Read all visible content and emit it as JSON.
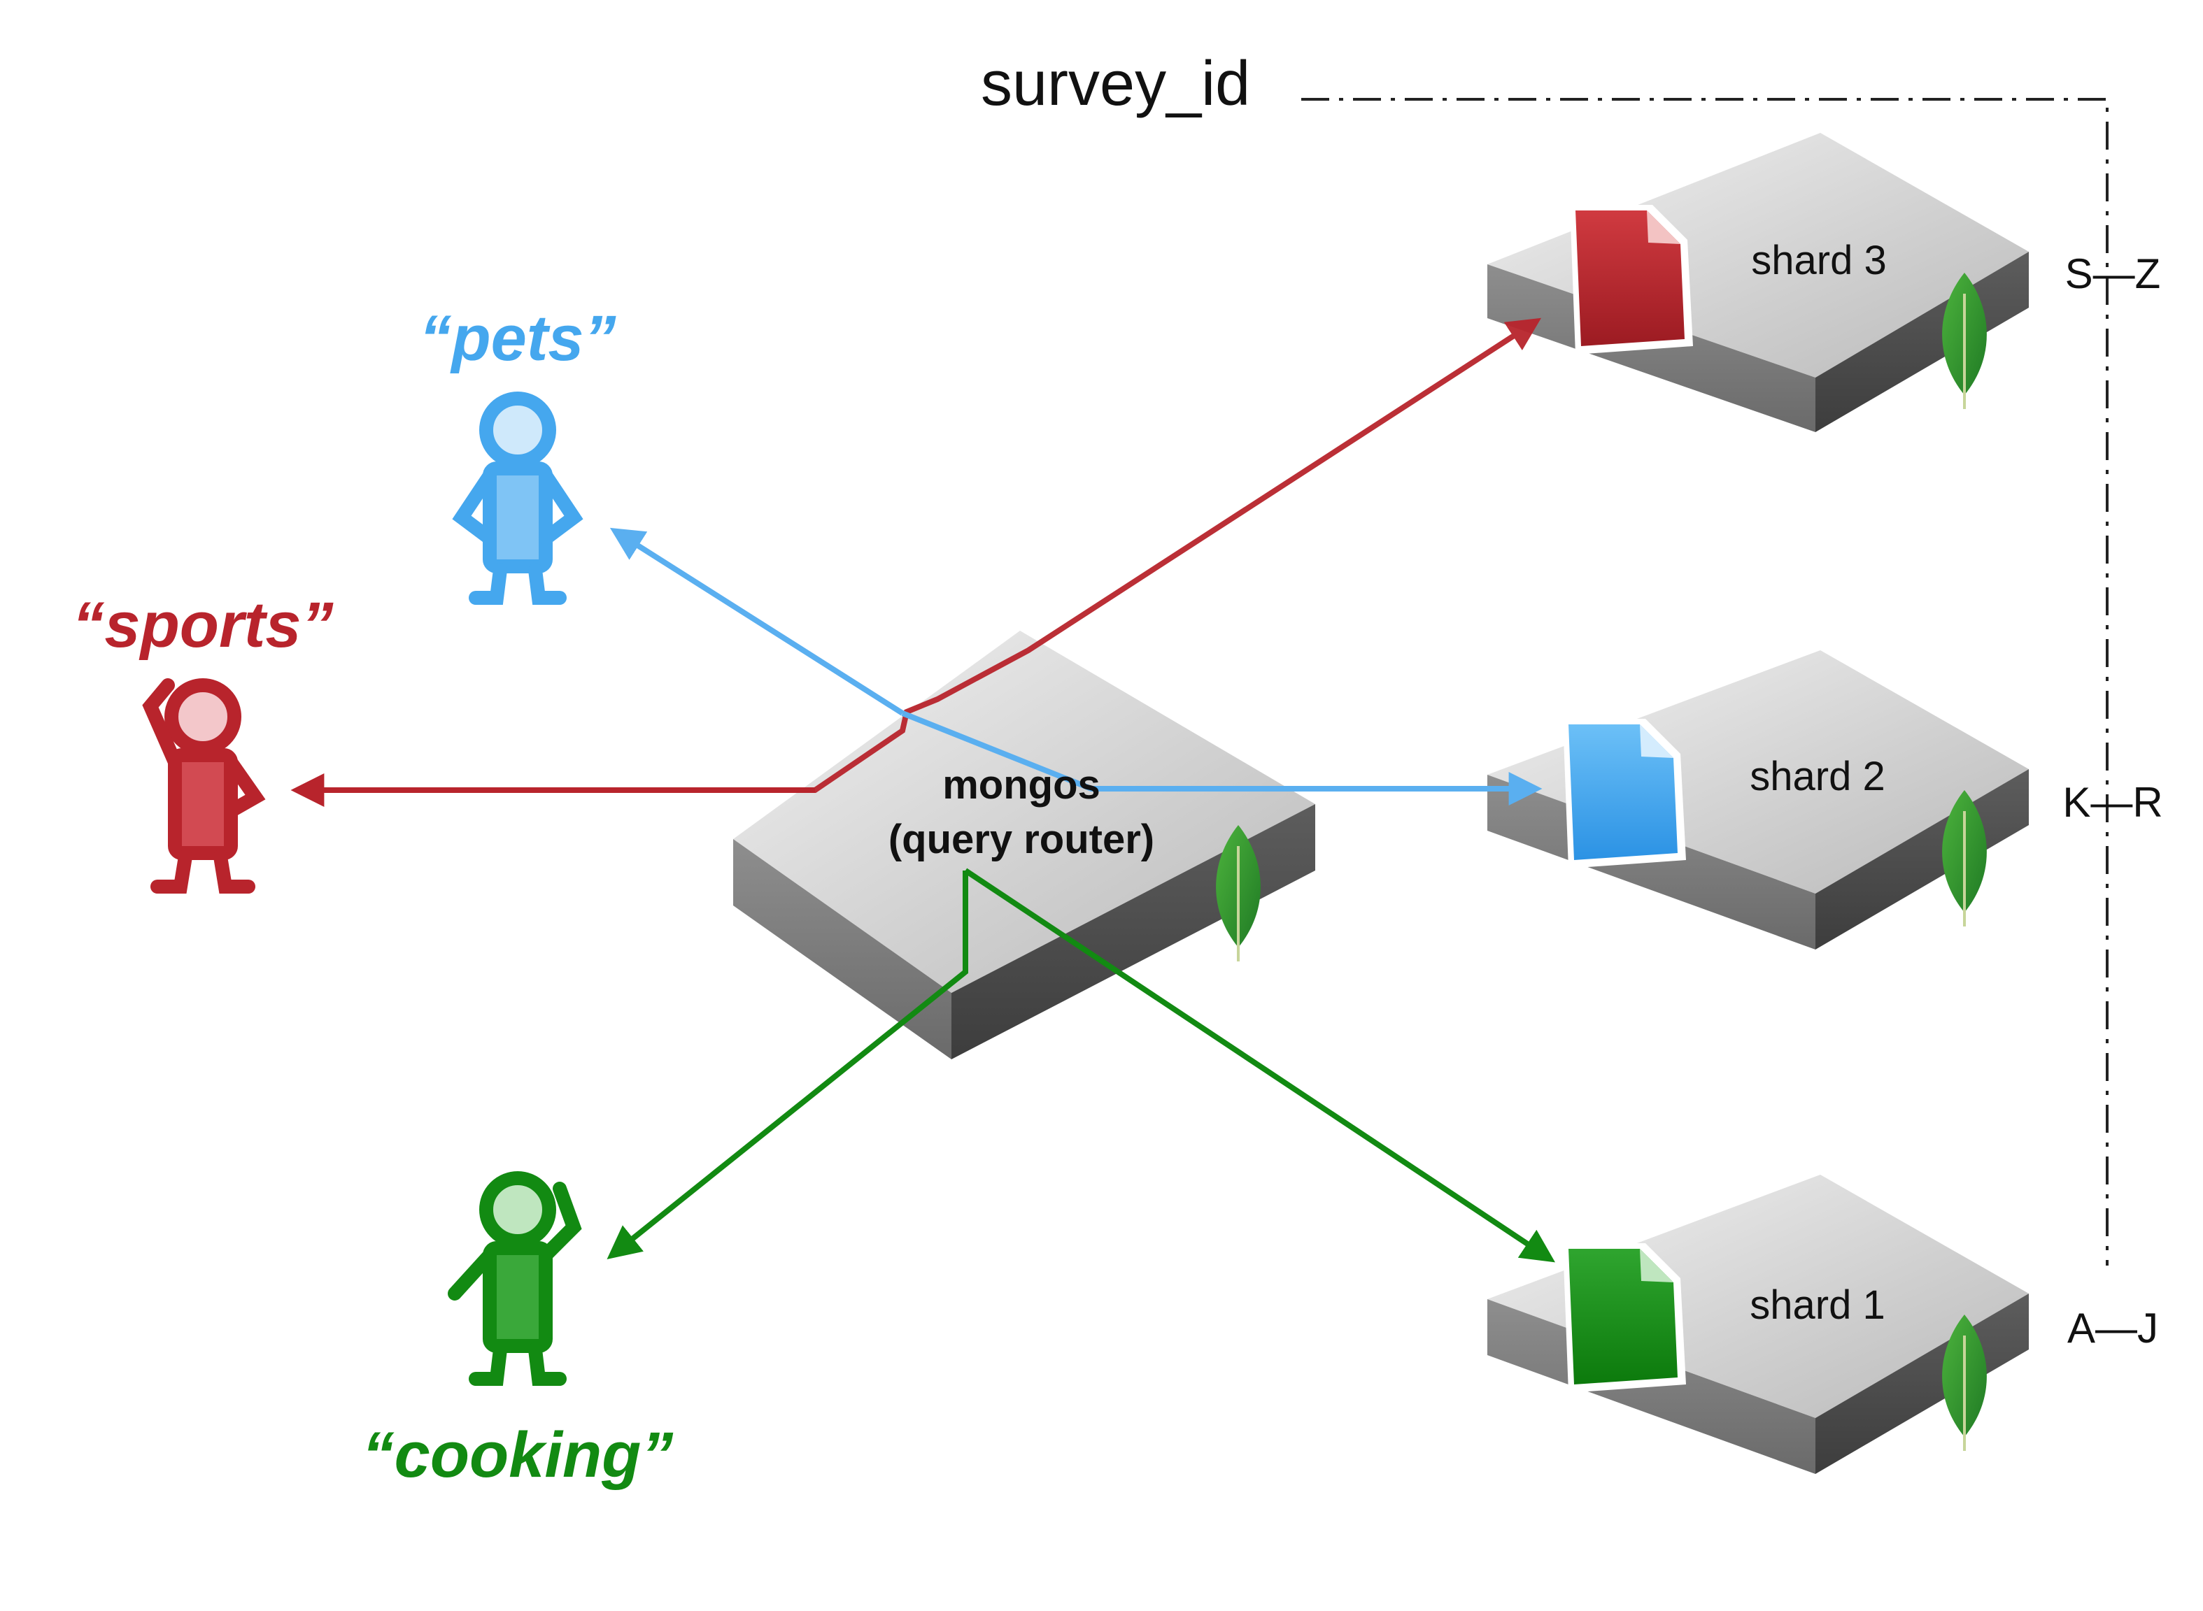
{
  "shard_key": {
    "label": "survey_id"
  },
  "router": {
    "line1": "mongos",
    "line2": "(query router)"
  },
  "shards": [
    {
      "label": "shard 3",
      "range": "S—Z",
      "color": "#b8242c"
    },
    {
      "label": "shard 2",
      "range": "K—R",
      "color": "#45a7ee"
    },
    {
      "label": "shard 1",
      "range": "A—J",
      "color": "#128a12"
    }
  ],
  "users": [
    {
      "label": "“pets”",
      "color": "#45a7ee"
    },
    {
      "label": "“sports”",
      "color": "#b8242c"
    },
    {
      "label": "“cooking”",
      "color": "#128a12"
    }
  ],
  "icons": [
    "document-icon",
    "mongodb-leaf-icon",
    "user-icon",
    "server-block-icon"
  ]
}
